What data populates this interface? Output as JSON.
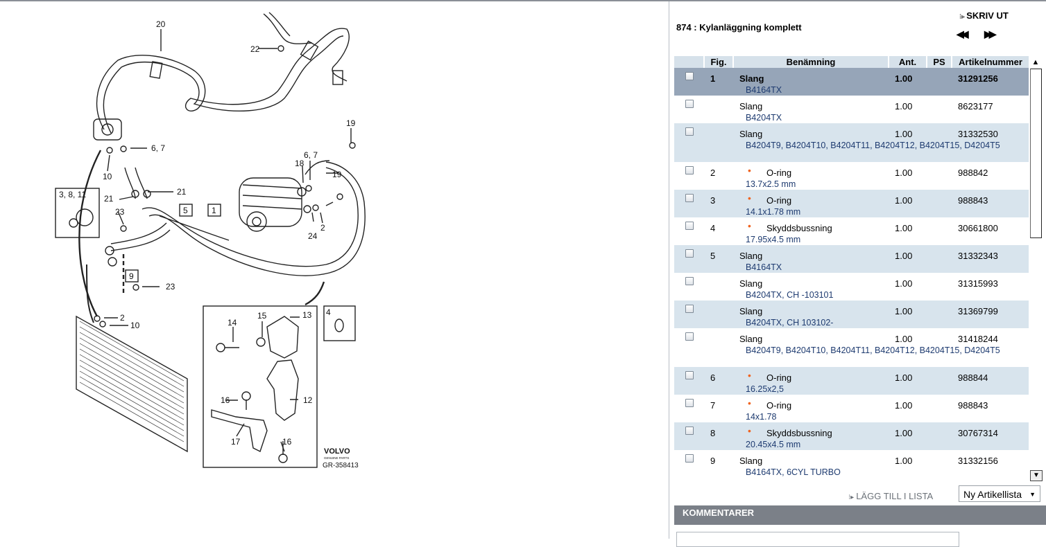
{
  "diagram": {
    "callouts": [
      "20",
      "22",
      "19",
      "6, 7",
      "10",
      "3, 8, 11",
      "21",
      "21",
      "18",
      "6, 7",
      "19",
      "5",
      "1",
      "23",
      "2",
      "24",
      "9",
      "23",
      "2",
      "10",
      "4",
      "14",
      "15",
      "13",
      "12",
      "16",
      "17",
      "16"
    ],
    "brand": "VOLVO",
    "brand_sub": "GENUINE PARTS",
    "ref": "GR-358413"
  },
  "header": {
    "title": "874 : Kylanläggning komplett",
    "print": "SKRIV UT",
    "nav_first": "◀◀",
    "nav_next": "▶▶"
  },
  "table": {
    "columns": [
      "Fig.",
      "Benämning",
      "Ant.",
      "PS",
      "Artikelnummer"
    ],
    "rows": [
      {
        "fig": "1",
        "name": "Slang",
        "desc": "B4164TX",
        "qty": "1.00",
        "art": "31291256",
        "sub": false,
        "selected": true
      },
      {
        "fig": "",
        "name": "Slang",
        "desc": "B4204TX",
        "qty": "1.00",
        "art": "8623177",
        "sub": false
      },
      {
        "fig": "",
        "name": "Slang",
        "desc": "B4204T9, B4204T10, B4204T11, B4204T12, B4204T15, D4204T5",
        "qty": "1.00",
        "art": "31332530",
        "sub": false
      },
      {
        "fig": "2",
        "name": "O-ring",
        "desc": "13.7x2.5 mm",
        "qty": "1.00",
        "art": "988842",
        "sub": true
      },
      {
        "fig": "3",
        "name": "O-ring",
        "desc": "14.1x1.78 mm",
        "qty": "1.00",
        "art": "988843",
        "sub": true
      },
      {
        "fig": "4",
        "name": "Skyddsbussning",
        "desc": "17.95x4.5 mm",
        "qty": "1.00",
        "art": "30661800",
        "sub": true
      },
      {
        "fig": "5",
        "name": "Slang",
        "desc": "B4164TX",
        "qty": "1.00",
        "art": "31332343",
        "sub": false
      },
      {
        "fig": "",
        "name": "Slang",
        "desc": "B4204TX, CH -103101",
        "qty": "1.00",
        "art": "31315993",
        "sub": false
      },
      {
        "fig": "",
        "name": "Slang",
        "desc": "B4204TX, CH 103102-",
        "qty": "1.00",
        "art": "31369799",
        "sub": false
      },
      {
        "fig": "",
        "name": "Slang",
        "desc": "B4204T9, B4204T10, B4204T11, B4204T12, B4204T15, D4204T5",
        "qty": "1.00",
        "art": "31418244",
        "sub": false
      },
      {
        "fig": "6",
        "name": "O-ring",
        "desc": "16.25x2,5",
        "qty": "1.00",
        "art": "988844",
        "sub": true
      },
      {
        "fig": "7",
        "name": "O-ring",
        "desc": "14x1.78",
        "qty": "1.00",
        "art": "988843",
        "sub": true
      },
      {
        "fig": "8",
        "name": "Skyddsbussning",
        "desc": "20.45x4.5 mm",
        "qty": "1.00",
        "art": "30767314",
        "sub": true
      },
      {
        "fig": "9",
        "name": "Slang",
        "desc": "B4164TX, 6CYL TURBO",
        "qty": "1.00",
        "art": "31332156",
        "sub": false
      }
    ]
  },
  "actions": {
    "add_to_list": "LÄGG TILL I LISTA",
    "list_select": "Ny Artikellista"
  },
  "comments": {
    "title": "KOMMENTARER"
  },
  "colors": {
    "row_alt": "#d8e4ed",
    "row_selected": "#96a5b8",
    "bullet": "#f06420",
    "desc_text": "#1e3b70",
    "comment_bar": "#7b8088"
  }
}
